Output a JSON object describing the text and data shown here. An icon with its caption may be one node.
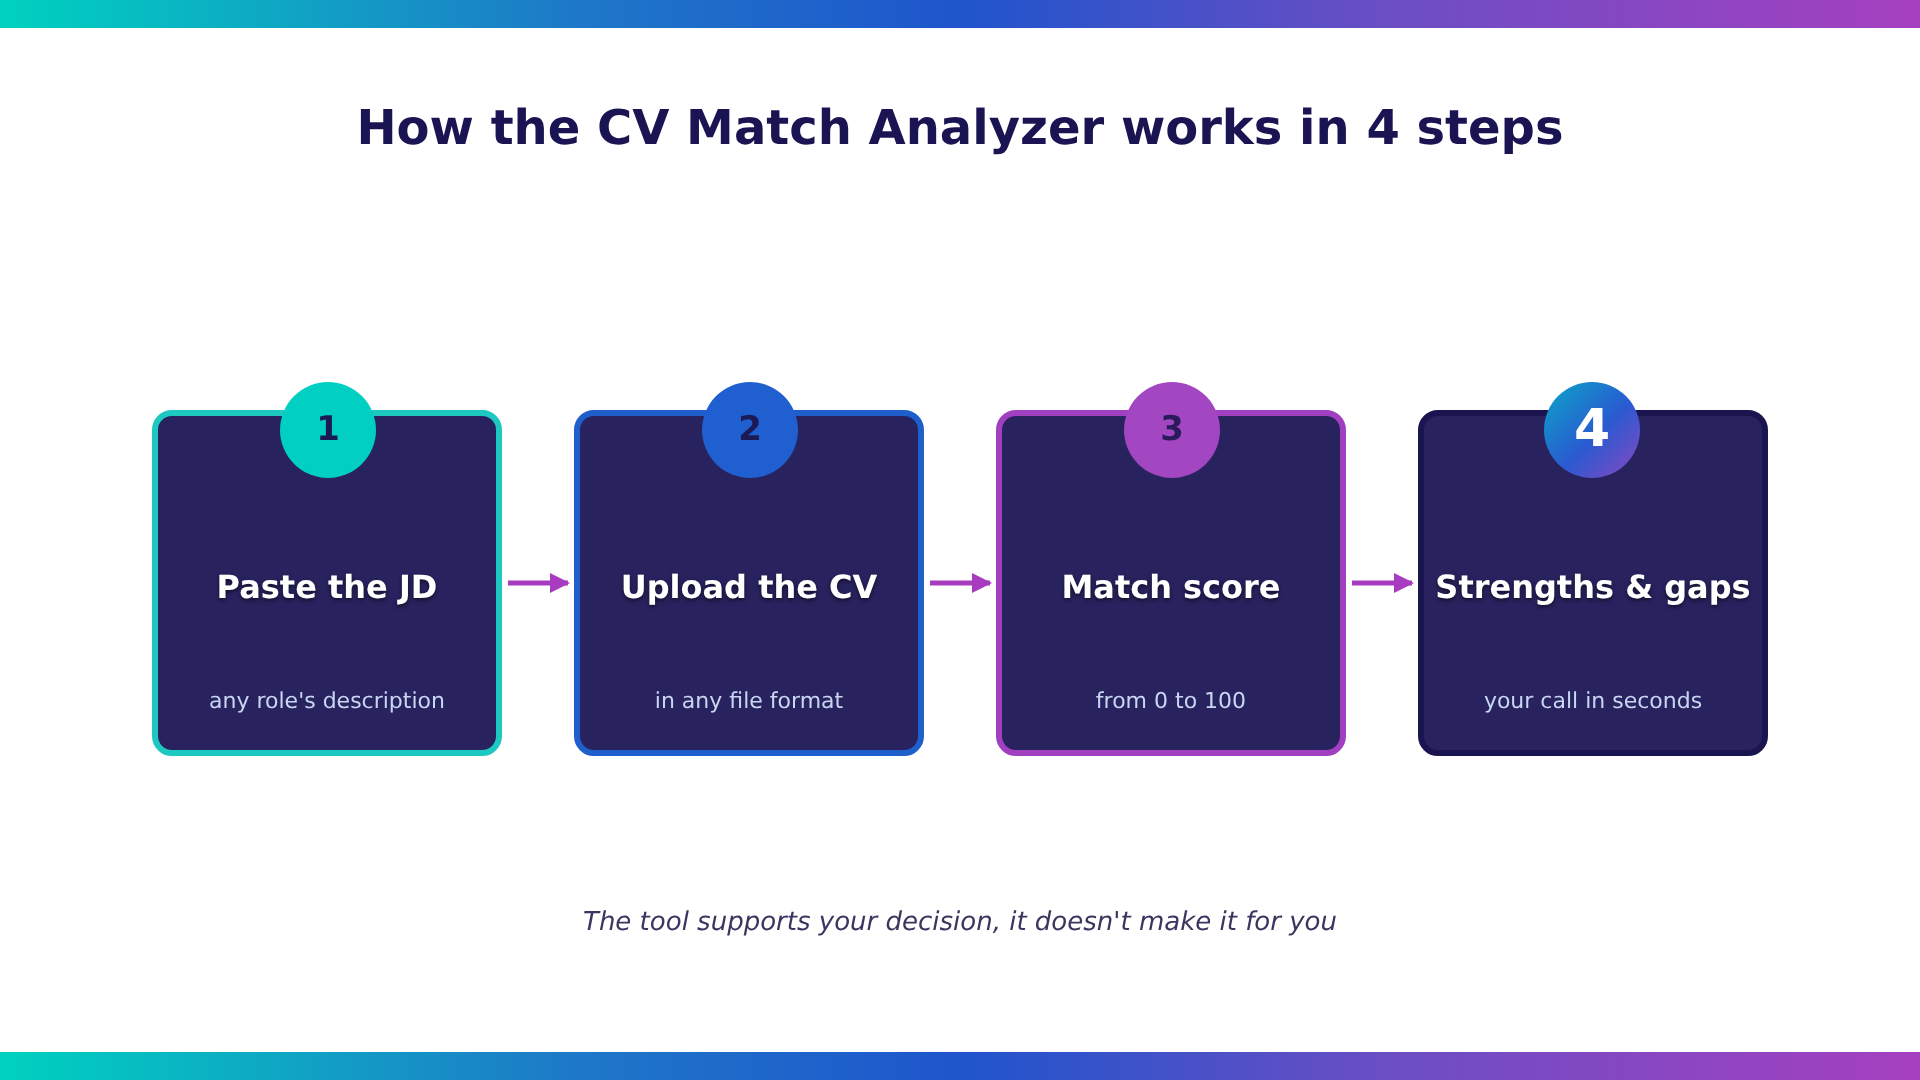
{
  "diagram": {
    "title": "How the CV Match Analyzer works in 4 steps",
    "caption": "The tool supports your decision, it doesn't make it for you",
    "nodes": [
      {
        "text": [
          "1"
        ]
      },
      {
        "text": [
          "Paste the JD",
          "any role's description"
        ]
      },
      {
        "text": [
          "2"
        ]
      },
      {
        "text": [
          "Upload the CV",
          "in any file format"
        ]
      },
      {
        "text": [
          "3"
        ]
      },
      {
        "text": [
          "Match score",
          "from 0 to 100"
        ]
      },
      {
        "text": [
          "4"
        ]
      },
      {
        "text": [
          "Strengths & gaps",
          "your call in seconds"
        ]
      }
    ],
    "edges": [
      {
        "from": 1,
        "to": 3,
        "arrow": "to"
      },
      {
        "from": 3,
        "to": 5,
        "arrow": "to"
      },
      {
        "from": 5,
        "to": 7,
        "arrow": "to"
      }
    ]
  }
}
